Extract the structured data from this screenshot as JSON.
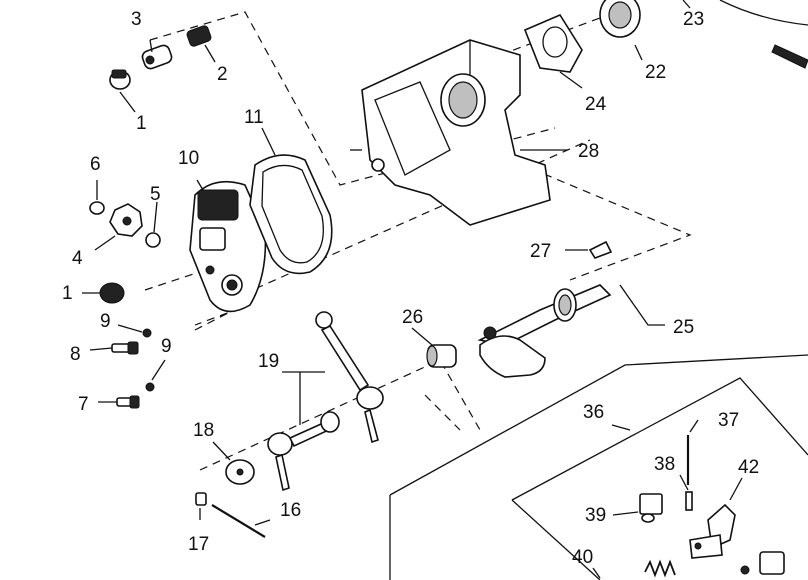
{
  "diagram": {
    "callouts": [
      "1",
      "2",
      "3",
      "4",
      "5",
      "6",
      "7",
      "8",
      "9",
      "10",
      "11",
      "16",
      "17",
      "18",
      "19",
      "22",
      "23",
      "24",
      "25",
      "26",
      "27",
      "28",
      "36",
      "37",
      "38",
      "39",
      "40",
      "42"
    ],
    "colors": {
      "line": "#111111",
      "background": "#ffffff",
      "shade": "#bfbfbf"
    }
  }
}
